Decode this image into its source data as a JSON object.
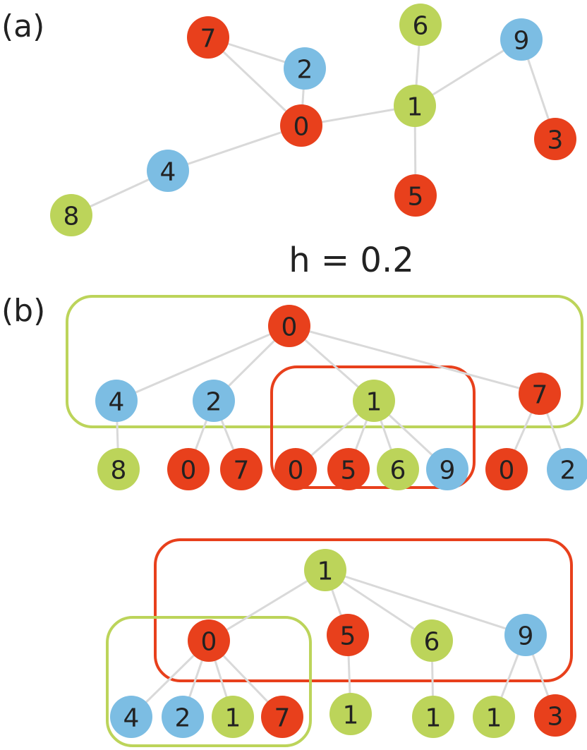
{
  "colors": {
    "red": "#e8401c",
    "blue": "#7cbde3",
    "green": "#bcd45a",
    "edge": "#d9d9d9"
  },
  "panel_a": {
    "label": "(a)",
    "h_label": "h = 0.2",
    "nodes": [
      {
        "id": "7",
        "color": "red"
      },
      {
        "id": "2",
        "color": "blue"
      },
      {
        "id": "0",
        "color": "red"
      },
      {
        "id": "4",
        "color": "blue"
      },
      {
        "id": "8",
        "color": "green"
      },
      {
        "id": "6",
        "color": "green"
      },
      {
        "id": "1",
        "color": "green"
      },
      {
        "id": "5",
        "color": "red"
      },
      {
        "id": "9",
        "color": "blue"
      },
      {
        "id": "3",
        "color": "red"
      }
    ],
    "edges": [
      [
        "7",
        "2"
      ],
      [
        "7",
        "0"
      ],
      [
        "2",
        "0"
      ],
      [
        "0",
        "4"
      ],
      [
        "4",
        "8"
      ],
      [
        "0",
        "1"
      ],
      [
        "1",
        "6"
      ],
      [
        "1",
        "5"
      ],
      [
        "1",
        "9"
      ],
      [
        "9",
        "3"
      ]
    ]
  },
  "panel_b": {
    "label": "(b)",
    "trees": [
      {
        "root": {
          "label": "0",
          "color": "red"
        },
        "root_box_color": "green",
        "children": [
          {
            "label": "4",
            "color": "blue",
            "children": [
              {
                "label": "8",
                "color": "green"
              }
            ]
          },
          {
            "label": "2",
            "color": "blue",
            "children": [
              {
                "label": "0",
                "color": "red"
              },
              {
                "label": "7",
                "color": "red"
              }
            ]
          },
          {
            "label": "1",
            "color": "green",
            "box_color": "red",
            "children": [
              {
                "label": "0",
                "color": "red"
              },
              {
                "label": "5",
                "color": "red"
              },
              {
                "label": "6",
                "color": "green"
              },
              {
                "label": "9",
                "color": "blue"
              }
            ]
          },
          {
            "label": "7",
            "color": "red",
            "children": [
              {
                "label": "0",
                "color": "red"
              },
              {
                "label": "2",
                "color": "blue"
              }
            ]
          }
        ]
      },
      {
        "root": {
          "label": "1",
          "color": "green"
        },
        "root_box_color": "red",
        "children": [
          {
            "label": "0",
            "color": "red",
            "box_color": "green",
            "children": [
              {
                "label": "4",
                "color": "blue"
              },
              {
                "label": "2",
                "color": "blue"
              },
              {
                "label": "1",
                "color": "green"
              },
              {
                "label": "7",
                "color": "red"
              }
            ]
          },
          {
            "label": "5",
            "color": "red",
            "children": [
              {
                "label": "1",
                "color": "green"
              }
            ]
          },
          {
            "label": "6",
            "color": "green",
            "children": [
              {
                "label": "1",
                "color": "green"
              }
            ]
          },
          {
            "label": "9",
            "color": "blue",
            "children": [
              {
                "label": "1",
                "color": "green"
              },
              {
                "label": "3",
                "color": "red"
              }
            ]
          }
        ]
      }
    ]
  }
}
